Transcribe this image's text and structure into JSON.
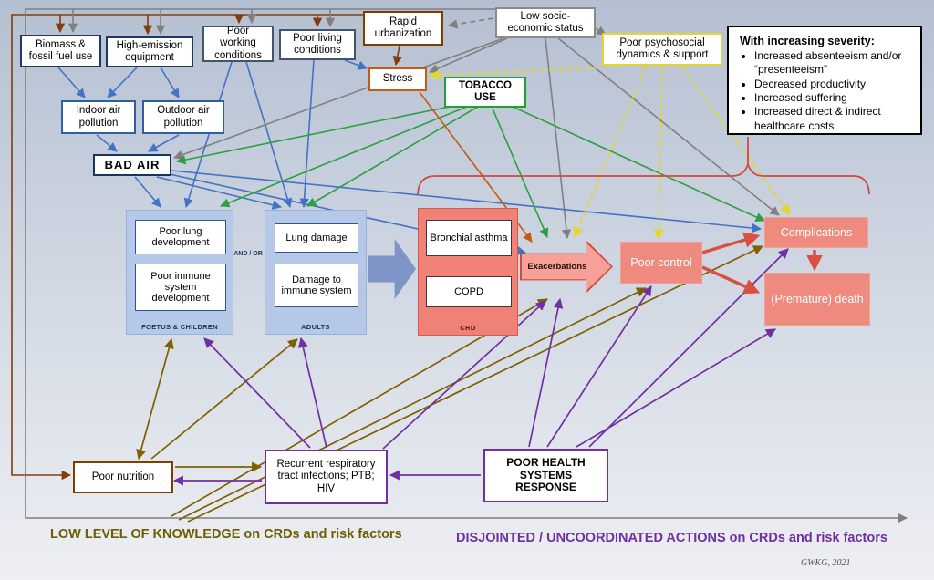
{
  "diagram": {
    "top_row": {
      "biomass": "Biomass & fossil fuel use",
      "high_emission": "High-emission equipment",
      "poor_working": "Poor working conditions",
      "poor_living": "Poor living conditions",
      "rapid_urbanization": "Rapid urbanization",
      "low_ses": "Low socio-economic status",
      "psychosocial": "Poor psychosocial dynamics & support"
    },
    "severity_box": {
      "title": "With increasing severity:",
      "bullets": [
        "Increased absenteeism and/or “presenteeism”",
        "Decreased productivity",
        "Increased suffering",
        "Increased direct & indirect healthcare costs"
      ]
    },
    "mid": {
      "indoor_air": "Indoor air pollution",
      "outdoor_air": "Outdoor air pollution",
      "stress": "Stress",
      "tobacco": "TOBACCO USE",
      "bad_air": "BAD AIR"
    },
    "foetus_group": {
      "lung": "Poor lung development",
      "immune": "Poor immune system development",
      "caption": "FOETUS & CHILDREN"
    },
    "and_or": "AND / OR",
    "adults_group": {
      "lung": "Lung damage",
      "immune": "Damage to immune system",
      "caption": "ADULTS"
    },
    "crd_group": {
      "asthma": "Bronchial asthma",
      "copd": "COPD",
      "caption": "CRD"
    },
    "outcomes": {
      "exacerbations": "Exacerbations",
      "poor_control": "Poor control",
      "complications": "Complications",
      "death": "(Premature) death"
    },
    "bottom_row": {
      "poor_nutrition": "Poor nutrition",
      "recurrent_infections": "Recurrent respiratory tract infections; PTB; HIV",
      "health_systems": "POOR HEALTH SYSTEMS RESPONSE"
    },
    "captions": {
      "knowledge": "LOW LEVEL OF KNOWLEDGE on CRDs and risk factors",
      "actions": "DISJOINTED / UNCOORDINATED ACTIONS on CRDs and risk factors"
    },
    "signature": "GWKG, 2021"
  },
  "colors": {
    "salmon_box": "#ef8a7f",
    "blue_group": "#b6c8e8",
    "arrow_blue": "#4472c4",
    "arrow_brown": "#843c0c",
    "arrow_gray": "#808080",
    "arrow_green": "#2f9e41",
    "arrow_yellow": "#e3d62f",
    "arrow_orange": "#c55a11",
    "arrow_olive": "#7f6000",
    "arrow_purple": "#7030a0",
    "arrow_salmon": "#d94f41",
    "knowledge_text": "#6e5d00",
    "actions_text": "#7030a0"
  }
}
